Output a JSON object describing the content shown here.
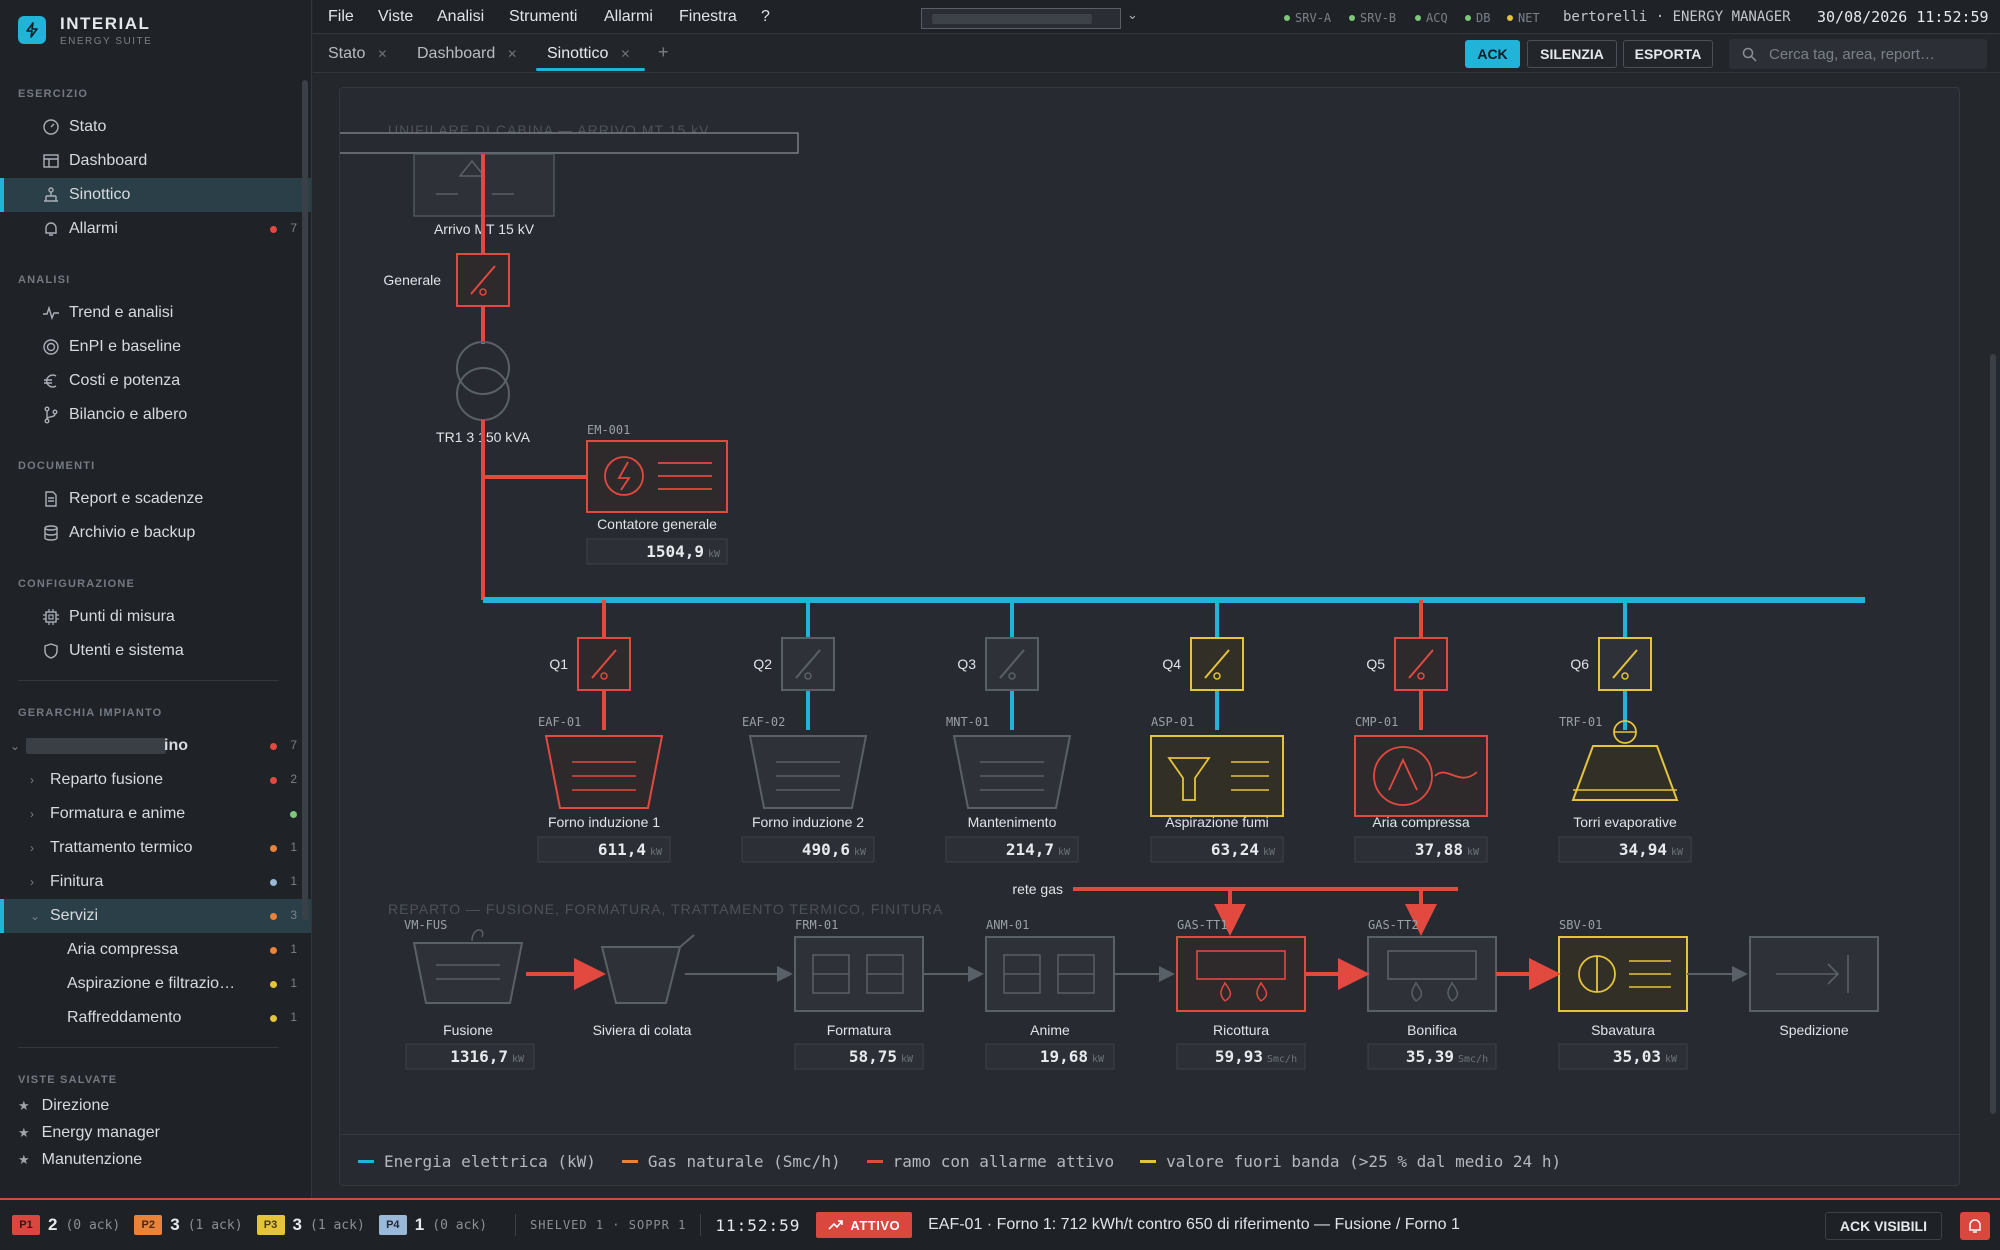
{
  "brand": {
    "name": "INTERIAL",
    "sub": "ENERGY SUITE"
  },
  "colors": {
    "accent": "#22b3d9",
    "alarm": "#e2493f",
    "gas": "#e9833a",
    "warn": "#e5c33a",
    "ok": "#7ec87a",
    "neutral": "#9aa0a8"
  },
  "sidebar": {
    "sections": [
      {
        "title": "ESERCIZIO",
        "items": [
          {
            "label": "Stato",
            "icon": "gauge-icon"
          },
          {
            "label": "Dashboard",
            "icon": "dashboard-icon"
          },
          {
            "label": "Sinottico",
            "icon": "network-icon",
            "active": true
          },
          {
            "label": "Allarmi",
            "icon": "bell-icon",
            "count": "7"
          }
        ]
      },
      {
        "title": "ANALISI",
        "items": [
          {
            "label": "Trend e analisi",
            "icon": "pulse-icon"
          },
          {
            "label": "EnPI e baseline",
            "icon": "target-icon"
          },
          {
            "label": "Costi e potenza",
            "icon": "euro-icon"
          },
          {
            "label": "Bilancio e albero",
            "icon": "branch-icon"
          }
        ]
      },
      {
        "title": "DOCUMENTI",
        "items": [
          {
            "label": "Report e scadenze",
            "icon": "document-icon"
          },
          {
            "label": "Archivio e backup",
            "icon": "database-icon"
          }
        ]
      },
      {
        "title": "CONFIGURAZIONE",
        "items": [
          {
            "label": "Punti di misura",
            "icon": "chip-icon"
          },
          {
            "label": "Utenti e sistema",
            "icon": "shield-icon"
          }
        ]
      }
    ],
    "tree_title": "GERARCHIA IMPIANTO",
    "tree": {
      "root": {
        "label": "ino",
        "count": "7"
      },
      "items": [
        {
          "label": "Reparto fusione",
          "count": "2"
        },
        {
          "label": "Formatura e anime",
          "count": ""
        },
        {
          "label": "Trattamento termico",
          "count": "1"
        },
        {
          "label": "Finitura",
          "count": "1"
        },
        {
          "label": "Servizi",
          "count": "3"
        }
      ],
      "children": [
        {
          "label": "Aria compressa",
          "count": "1"
        },
        {
          "label": "Aspirazione e filtrazio…",
          "count": "1"
        },
        {
          "label": "Raffreddamento",
          "count": "1"
        }
      ]
    },
    "saved_title": "VISTE SALVATE",
    "saved": [
      "Direzione",
      "Energy manager",
      "Manutenzione"
    ]
  },
  "menubar": {
    "items": [
      "File",
      "Viste",
      "Analisi",
      "Strumenti",
      "Allarmi",
      "Finestra",
      "?"
    ],
    "servers": [
      "SRV-A",
      "SRV-B",
      "ACQ",
      "DB",
      "NET"
    ],
    "user": "bertorelli · ENERGY MANAGER",
    "datetime": "30/08/2026 11:52:59"
  },
  "tabs": [
    {
      "label": "Stato"
    },
    {
      "label": "Dashboard"
    },
    {
      "label": "Sinottico"
    }
  ],
  "toolbar": {
    "ack": "ACK",
    "silenzia": "SILENZIA",
    "esporta": "ESPORTA",
    "search_placeholder": "Cerca tag, area, report…"
  },
  "diagram": {
    "title": "UNIFILARE DI CABINA — ARRIVO MT 15 kV",
    "arrival": "Arrivo MT 15 kV",
    "breaker": "Generale",
    "transformer": "TR1 3 150 kVA",
    "meter": {
      "tag": "EM-001",
      "label": "Contatore generale",
      "value": "1504,9",
      "unit": "kW"
    },
    "feeders": [
      {
        "q": "Q1",
        "tag": "EAF-01",
        "label": "Forno induzione 1",
        "value": "611,4",
        "unit": "kW"
      },
      {
        "q": "Q2",
        "tag": "EAF-02",
        "label": "Forno induzione 2",
        "value": "490,6",
        "unit": "kW"
      },
      {
        "q": "Q3",
        "tag": "MNT-01",
        "label": "Mantenimento",
        "value": "214,7",
        "unit": "kW"
      },
      {
        "q": "Q4",
        "tag": "ASP-01",
        "label": "Aspirazione fumi",
        "value": "63,24",
        "unit": "kW"
      },
      {
        "q": "Q5",
        "tag": "CMP-01",
        "label": "Aria compressa",
        "value": "37,88",
        "unit": "kW"
      },
      {
        "q": "Q6",
        "tag": "TRF-01",
        "label": "Torri evaporative",
        "value": "34,94",
        "unit": "kW"
      }
    ],
    "gas_label": "rete gas",
    "process_title": "REPARTO — FUSIONE, FORMATURA, TRATTAMENTO TERMICO, FINITURA",
    "process": [
      {
        "tag": "VM-FUS",
        "label": "Fusione",
        "value": "1316,7",
        "unit": "kW"
      },
      {
        "tag": "",
        "label": "Siviera di colata",
        "value": "",
        "unit": ""
      },
      {
        "tag": "FRM-01",
        "label": "Formatura",
        "value": "58,75",
        "unit": "kW"
      },
      {
        "tag": "ANM-01",
        "label": "Anime",
        "value": "19,68",
        "unit": "kW"
      },
      {
        "tag": "GAS-TT1",
        "label": "Ricottura",
        "value": "59,93",
        "unit": "Smc/h"
      },
      {
        "tag": "GAS-TT2",
        "label": "Bonifica",
        "value": "35,39",
        "unit": "Smc/h"
      },
      {
        "tag": "SBV-01",
        "label": "Sbavatura",
        "value": "35,03",
        "unit": "kW"
      },
      {
        "tag": "",
        "label": "Spedizione",
        "value": "",
        "unit": ""
      }
    ]
  },
  "legend": [
    {
      "label": "Energia elettrica (kW)",
      "color": "#22b3d9"
    },
    {
      "label": "Gas naturale (Smc/h)",
      "color": "#e9833a"
    },
    {
      "label": "ramo con allarme attivo",
      "color": "#e2493f"
    },
    {
      "label": "valore fuori banda (>25 % dal medio 24 h)",
      "color": "#e5c33a"
    }
  ],
  "statusbar": {
    "p1": {
      "badge": "P1",
      "count": "2",
      "ack": "(0 ack)"
    },
    "p2": {
      "badge": "P2",
      "count": "3",
      "ack": "(1 ack)"
    },
    "p3": {
      "badge": "P3",
      "count": "3",
      "ack": "(1 ack)"
    },
    "p4": {
      "badge": "P4",
      "count": "1",
      "ack": "(0 ack)"
    },
    "shelved": "SHELVED 1 · SOPPR 1",
    "time": "11:52:59",
    "state": "ATTIVO",
    "message": "EAF-01 · Forno 1: 712 kWh/t contro 650 di riferimento — Fusione / Forno 1",
    "ack_visible": "ACK VISIBILI"
  }
}
